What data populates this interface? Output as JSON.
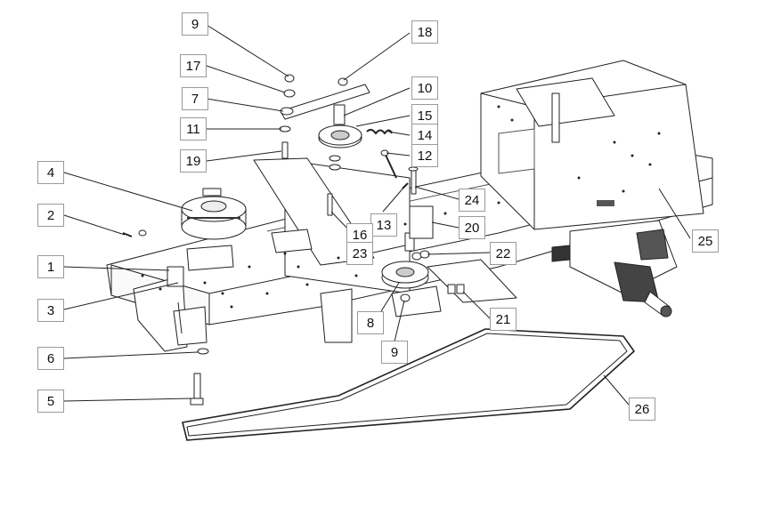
{
  "diagram": {
    "callouts": [
      {
        "id": "c9a",
        "label": "9"
      },
      {
        "id": "c18",
        "label": "18"
      },
      {
        "id": "c17",
        "label": "17"
      },
      {
        "id": "c10",
        "label": "10"
      },
      {
        "id": "c7",
        "label": "7"
      },
      {
        "id": "c15",
        "label": "15"
      },
      {
        "id": "c11",
        "label": "11"
      },
      {
        "id": "c14",
        "label": "14"
      },
      {
        "id": "c19",
        "label": "19"
      },
      {
        "id": "c12",
        "label": "12"
      },
      {
        "id": "c4",
        "label": "4"
      },
      {
        "id": "c24",
        "label": "24"
      },
      {
        "id": "c13",
        "label": "13"
      },
      {
        "id": "c20",
        "label": "20"
      },
      {
        "id": "c2",
        "label": "2"
      },
      {
        "id": "c16",
        "label": "16"
      },
      {
        "id": "c25",
        "label": "25"
      },
      {
        "id": "c23",
        "label": "23"
      },
      {
        "id": "c22",
        "label": "22"
      },
      {
        "id": "c1",
        "label": "1"
      },
      {
        "id": "c3",
        "label": "3"
      },
      {
        "id": "c21",
        "label": "21"
      },
      {
        "id": "c8",
        "label": "8"
      },
      {
        "id": "c9b",
        "label": "9"
      },
      {
        "id": "c6",
        "label": "6"
      },
      {
        "id": "c5",
        "label": "5"
      },
      {
        "id": "c26",
        "label": "26"
      }
    ]
  }
}
